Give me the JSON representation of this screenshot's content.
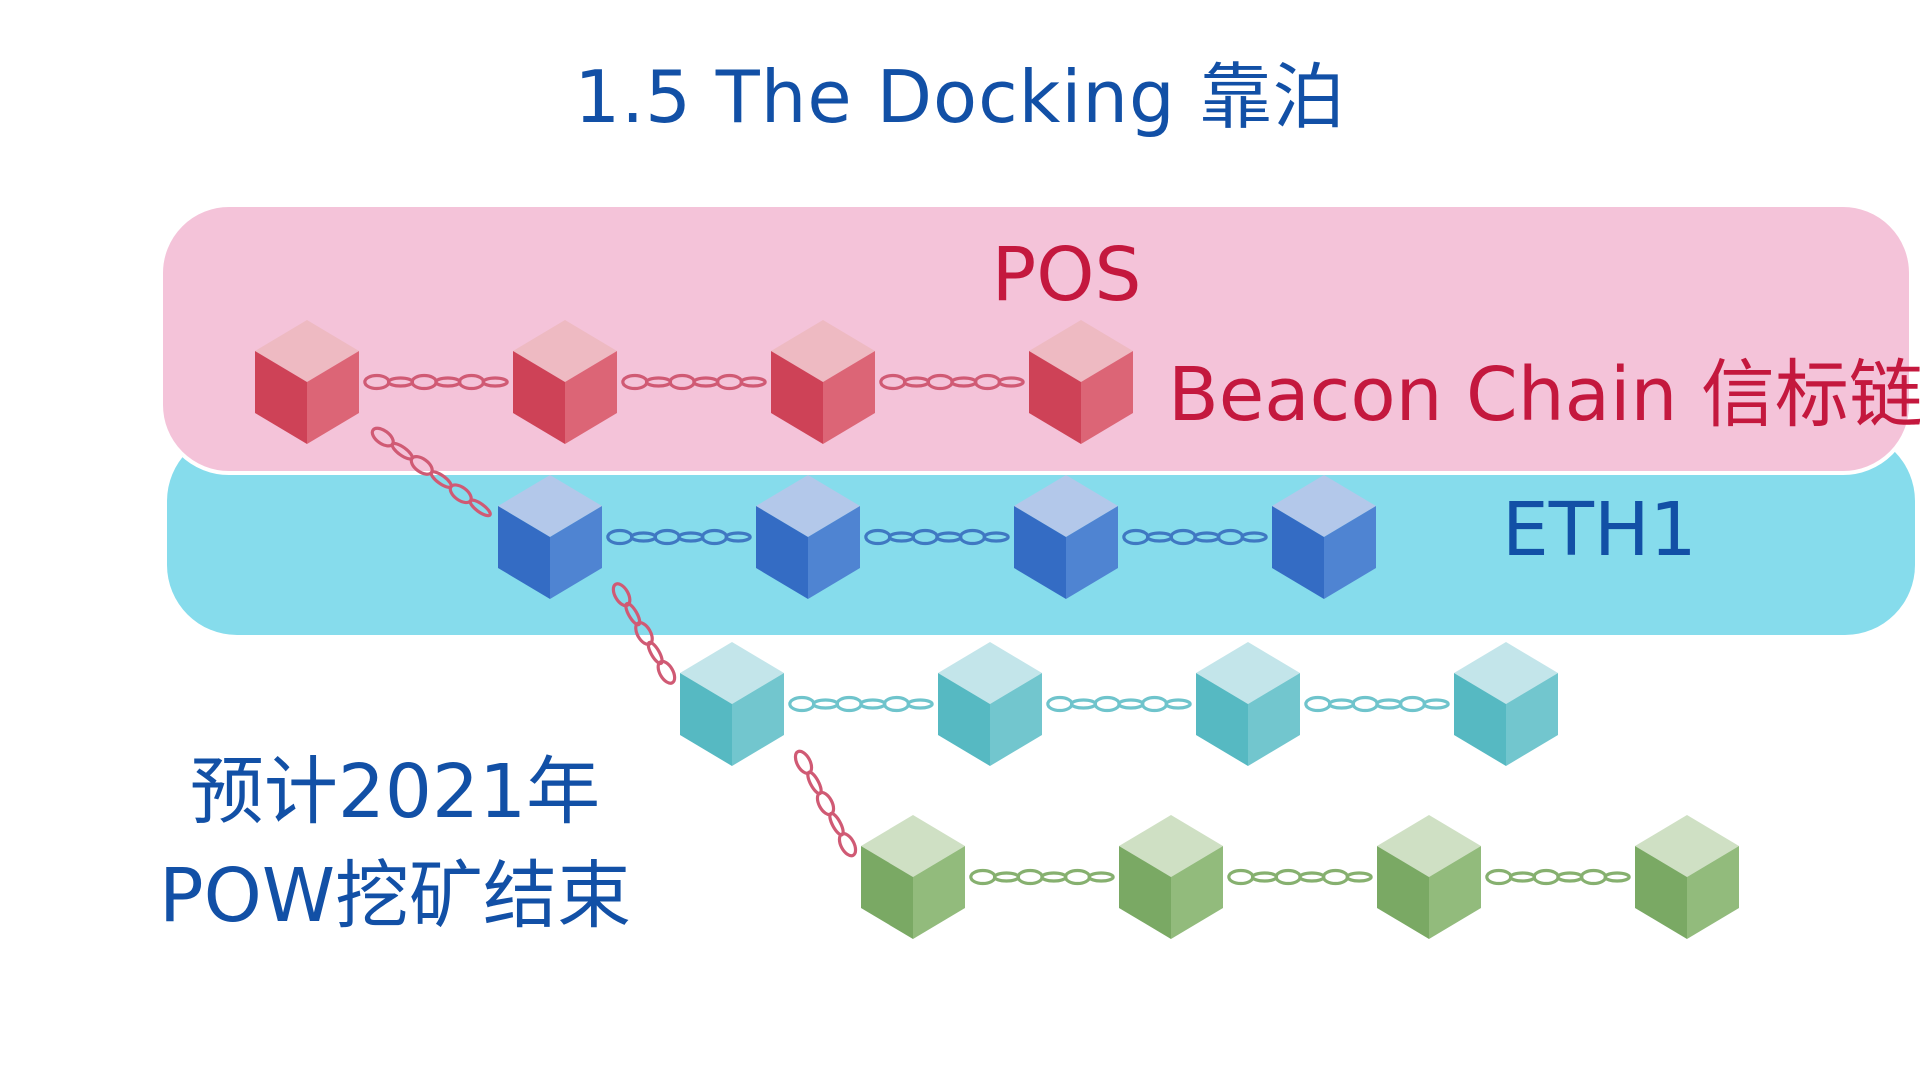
{
  "title": "1.5 The Docking 靠泊",
  "pos": {
    "label": "POS",
    "chain_label": "Beacon Chain 信标链"
  },
  "eth1": {
    "label": "ETH1"
  },
  "note": {
    "line1": "预计2021年",
    "line2": "POW挖矿结束"
  },
  "colors": {
    "title_text": "#1250a6",
    "pos_band": "#f4c3d9",
    "pos_text": "#c4183e",
    "eth1_band": "#86dcec",
    "eth1_text": "#1250a6",
    "red_block": "#d9485d",
    "blue_block": "#3f78d0",
    "teal_block": "#62c2cb",
    "green_block": "#86b06f",
    "cross_link": "#d05a74"
  },
  "chains": [
    {
      "name": "beacon",
      "blocks": 4,
      "color": "red",
      "link_color": "#d05a74"
    },
    {
      "name": "eth1",
      "blocks": 4,
      "color": "blue",
      "link_color": "#3f78c2"
    },
    {
      "name": "chain-3",
      "blocks": 4,
      "color": "teal",
      "link_color": "#6fc4cc"
    },
    {
      "name": "chain-4",
      "blocks": 4,
      "color": "green",
      "link_color": "#86b06f"
    }
  ]
}
